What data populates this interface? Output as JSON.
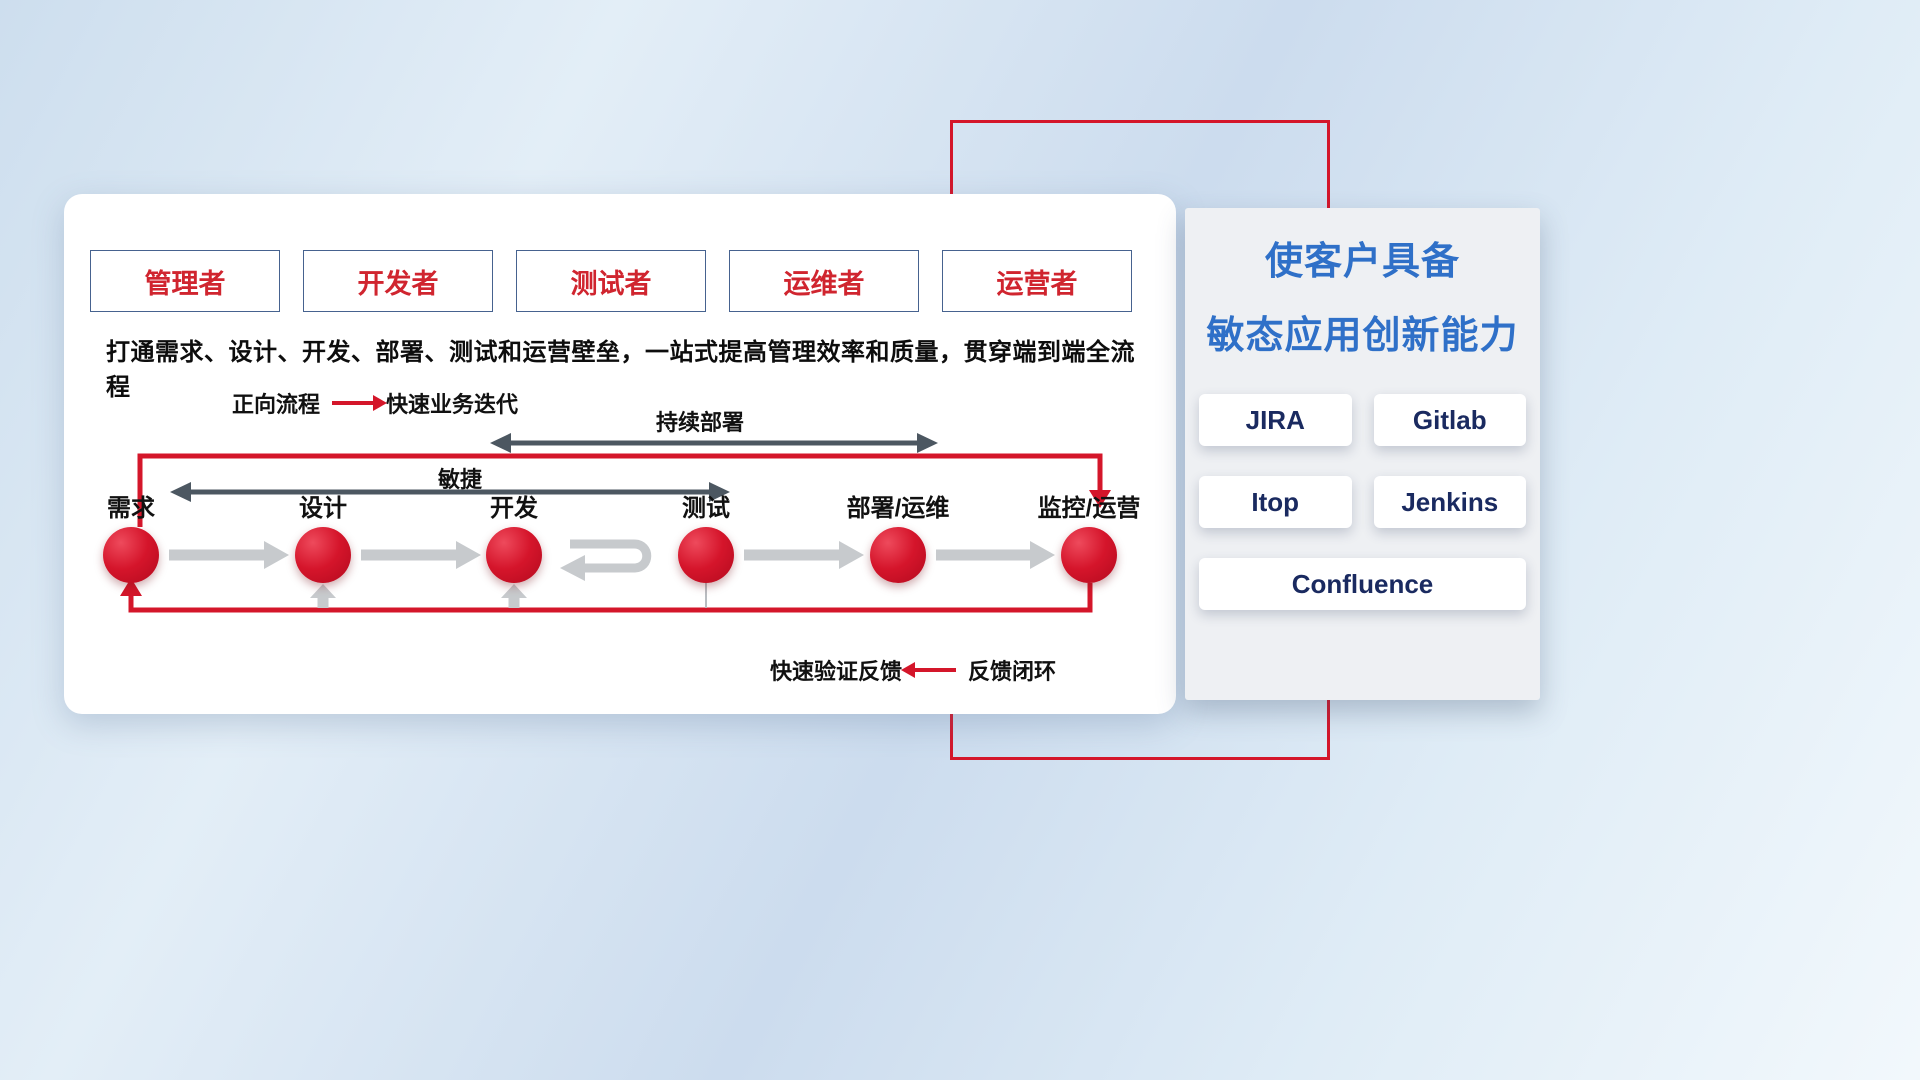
{
  "card": {
    "roles": [
      "管理者",
      "开发者",
      "测试者",
      "运维者",
      "运营者"
    ],
    "headline": "打通需求、设计、开发、部署、测试和运营壁垒，一站式提高管理效率和质量，贯穿端到端全流程",
    "forward_legend": {
      "label": "正向流程",
      "desc": "快速业务迭代"
    },
    "deploy_arrow_label": "持续部署",
    "agile_arrow_label": "敏捷",
    "nodes": [
      "需求",
      "设计",
      "开发",
      "测试",
      "部署/运维",
      "监控/运营"
    ],
    "feedback_legend": {
      "label": "快速验证反馈",
      "desc": "反馈闭环"
    }
  },
  "panel": {
    "title_line1": "使客户具备",
    "title_line2": "敏态应用创新能力",
    "tools": [
      "JIRA",
      "Gitlab",
      "Itop",
      "Jenkins",
      "Confluence"
    ]
  },
  "colors": {
    "red": "#d4162a",
    "title_blue": "#2f70c8",
    "tool_navy": "#1a2a60",
    "dark_arrow": "#4c5761",
    "gray_arrow": "#c7cacd"
  }
}
